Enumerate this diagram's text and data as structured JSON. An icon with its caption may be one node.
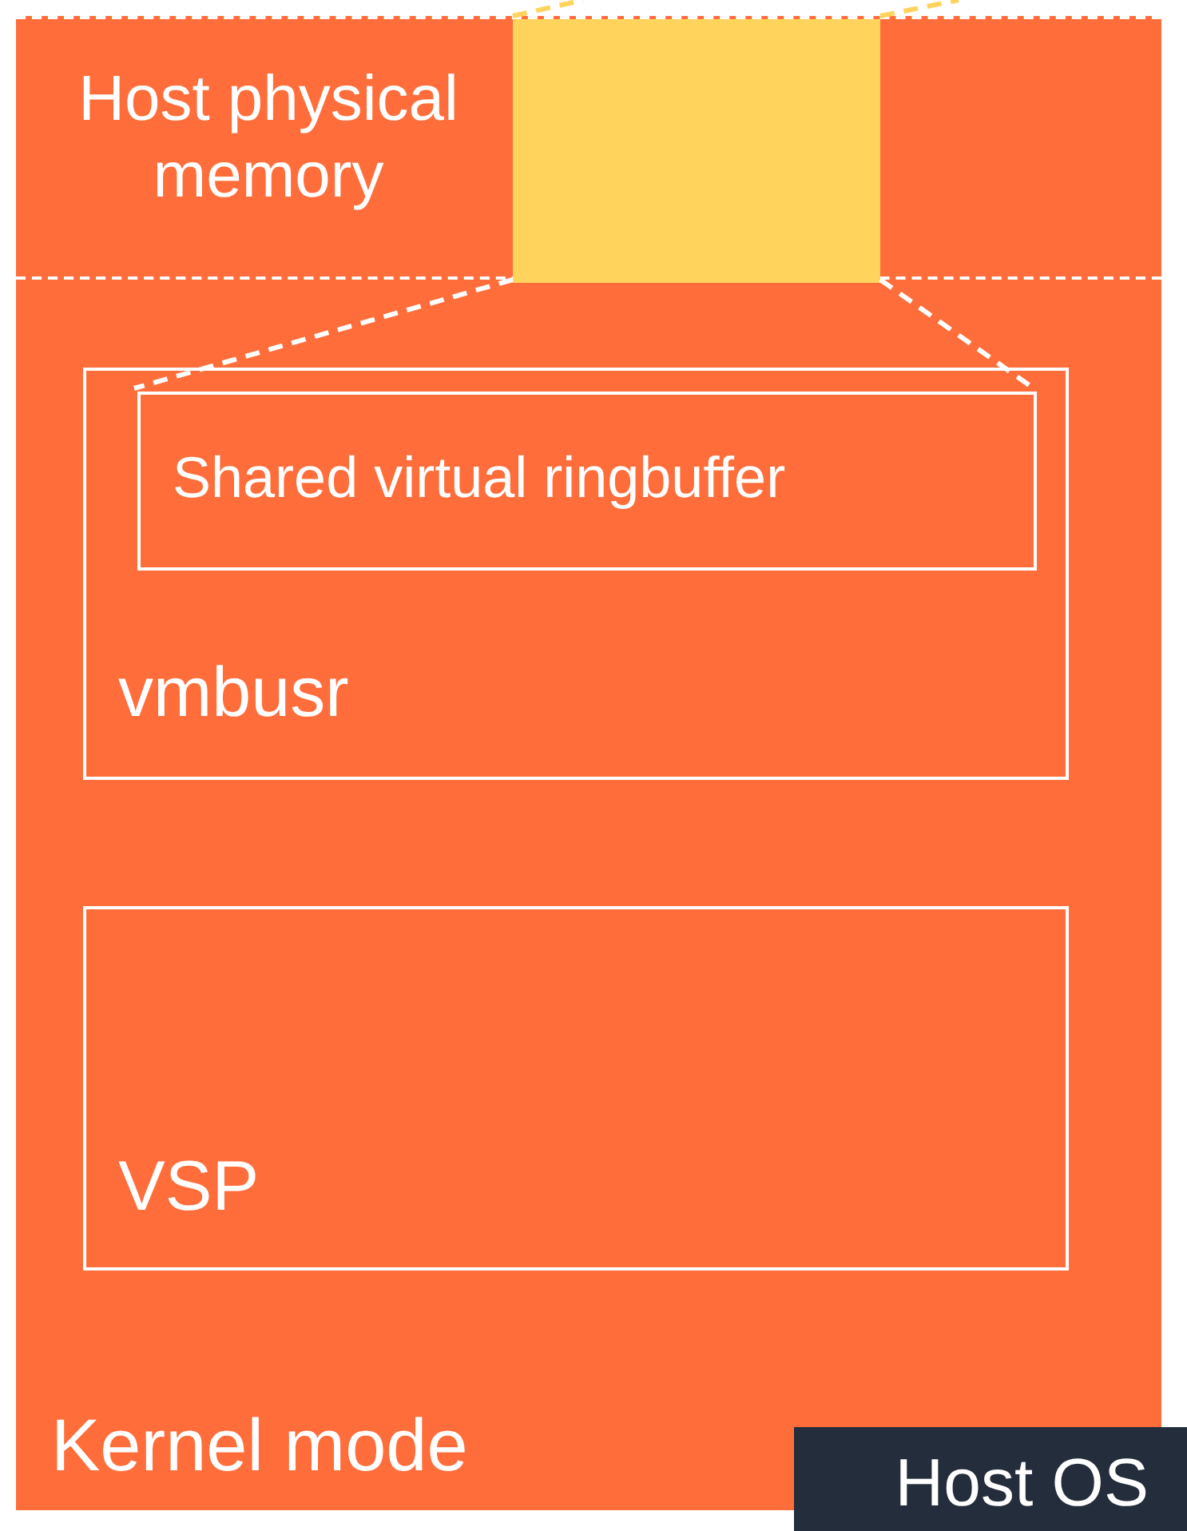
{
  "diagram": {
    "nodes": [
      {
        "text": [
          "Kernel mode"
        ]
      },
      {
        "text": [
          "Host physical memory"
        ],
        "in": 0
      },
      {
        "text": [],
        "shape": "box",
        "in": 1
      },
      {
        "text": [
          "vmbusr"
        ],
        "in": 0
      },
      {
        "text": [
          "Shared virtual ringbuffer"
        ],
        "in": 3
      },
      {
        "text": [
          "VSP"
        ],
        "in": 0
      },
      {
        "text": [
          "Host OS"
        ]
      }
    ],
    "edges": [
      {
        "from": 2,
        "to": 4,
        "arrow": "none",
        "style": "dashed"
      },
      {
        "from": 2,
        "to": 4,
        "arrow": "none",
        "style": "dashed"
      },
      {
        "from": 2,
        "to": null,
        "arrow": "none",
        "style": "dashed",
        "color": "#ffd35c"
      },
      {
        "from": 2,
        "to": null,
        "arrow": "none",
        "style": "dashed",
        "color": "#ffd35c"
      }
    ]
  }
}
